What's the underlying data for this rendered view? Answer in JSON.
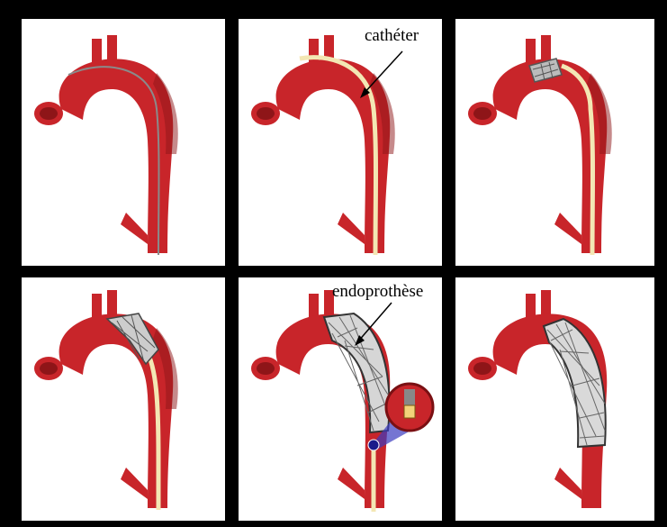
{
  "labels": {
    "catheter": "cathéter",
    "stent_graft": "endoprothèse"
  },
  "colors": {
    "aorta": "#c8252a",
    "aorta_dark": "#8e1518",
    "aorta_light": "#e04a4a",
    "catheter": "#f3e7b4",
    "guidewire": "#8a8a8a",
    "stent": "#9a9a9a",
    "background": "#000000",
    "panel": "#ffffff"
  },
  "panels": [
    {
      "step": 1,
      "catheter": false,
      "guidewire": true,
      "stent": "none"
    },
    {
      "step": 2,
      "catheter": true,
      "guidewire": true,
      "stent": "none"
    },
    {
      "step": 3,
      "catheter": true,
      "guidewire": false,
      "stent": "opening"
    },
    {
      "step": 4,
      "catheter": true,
      "guidewire": false,
      "stent": "partial"
    },
    {
      "step": 5,
      "catheter": true,
      "guidewire": false,
      "stent": "deployed-with-inset"
    },
    {
      "step": 6,
      "catheter": false,
      "guidewire": false,
      "stent": "final"
    }
  ]
}
